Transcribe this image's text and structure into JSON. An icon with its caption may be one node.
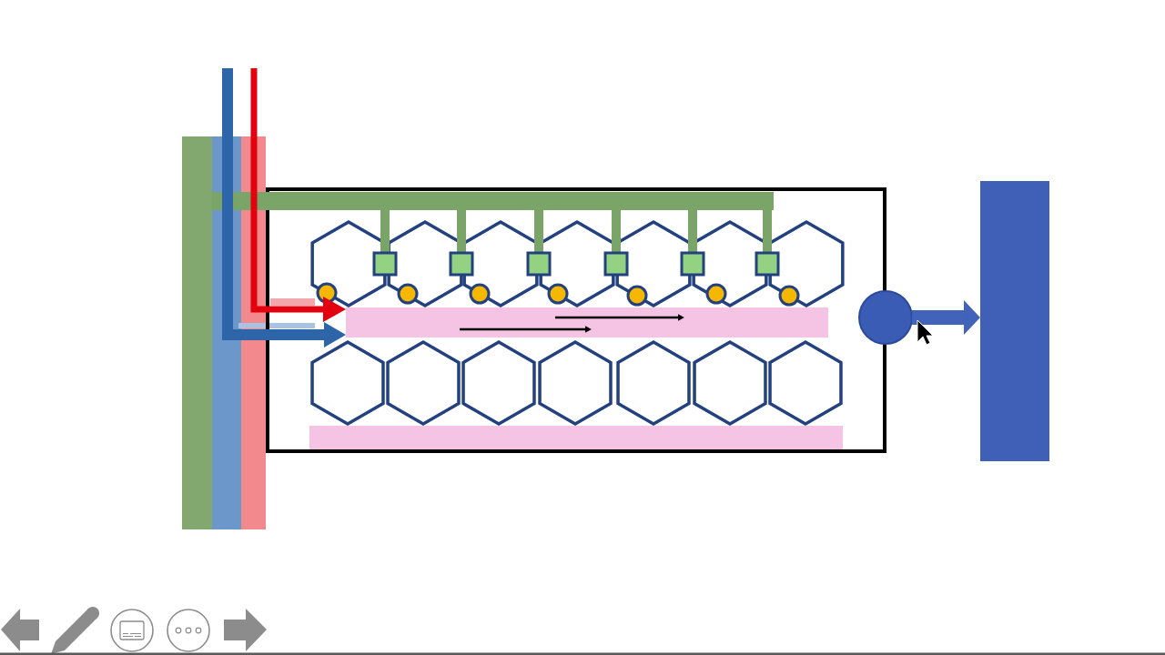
{
  "diagram": {
    "nodes": [
      {
        "text": [],
        "shape": "bar"
      },
      {
        "text": [],
        "shape": "bar"
      },
      {
        "text": [],
        "shape": "bar"
      },
      {
        "text": [],
        "shape": "box"
      },
      {
        "text": [],
        "shape": "bar"
      },
      {
        "text": [],
        "shape": "hexagon",
        "in": 3
      },
      {
        "text": [],
        "shape": "hexagon",
        "in": 3
      },
      {
        "text": [],
        "shape": "hexagon",
        "in": 3
      },
      {
        "text": [],
        "shape": "hexagon",
        "in": 3
      },
      {
        "text": [],
        "shape": "hexagon",
        "in": 3
      },
      {
        "text": [],
        "shape": "hexagon",
        "in": 3
      },
      {
        "text": [],
        "shape": "hexagon",
        "in": 3
      },
      {
        "text": [],
        "shape": "band",
        "in": 3
      },
      {
        "text": [],
        "shape": "hexagon",
        "in": 3
      },
      {
        "text": [],
        "shape": "hexagon",
        "in": 3
      },
      {
        "text": [],
        "shape": "hexagon",
        "in": 3
      },
      {
        "text": [],
        "shape": "hexagon",
        "in": 3
      },
      {
        "text": [],
        "shape": "hexagon",
        "in": 3
      },
      {
        "text": [],
        "shape": "hexagon",
        "in": 3
      },
      {
        "text": [],
        "shape": "hexagon",
        "in": 3
      },
      {
        "text": [],
        "shape": "band",
        "in": 3
      },
      {
        "text": [],
        "shape": "circle"
      },
      {
        "text": [],
        "shape": "bar"
      }
    ],
    "edges": [
      {
        "from": null,
        "to": 12,
        "arrow": "to",
        "color": "#2e64a8"
      },
      {
        "from": null,
        "to": 12,
        "arrow": "to",
        "color": "#e3000f"
      },
      {
        "from": 21,
        "to": 22,
        "arrow": "to",
        "color": "#4163b9"
      }
    ]
  }
}
